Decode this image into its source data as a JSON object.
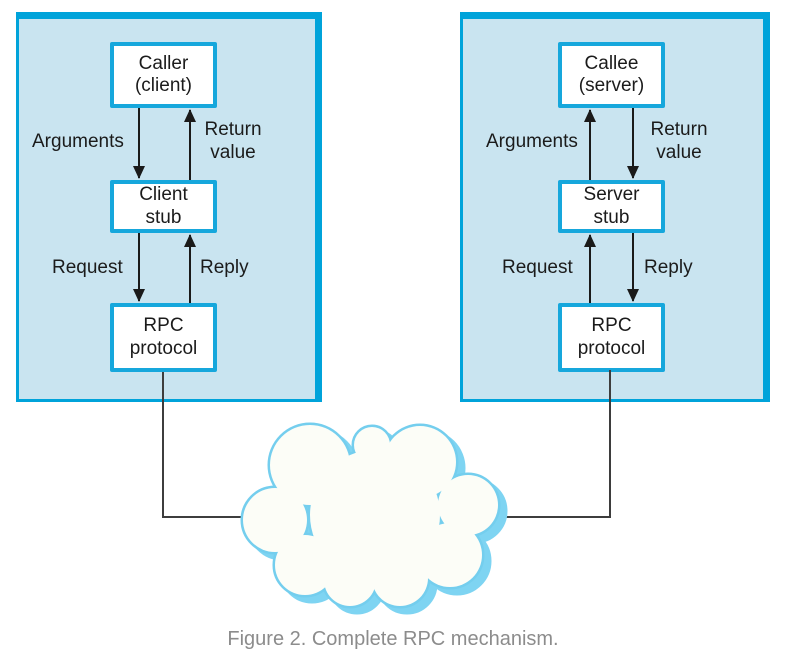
{
  "caption": "Figure 2. Complete RPC mechanism.",
  "client_side": {
    "caller_box": "Caller\n(client)",
    "stub_box": "Client\nstub",
    "protocol_box": "RPC\nprotocol",
    "labels": {
      "arguments": "Arguments",
      "return_value": "Return\nvalue",
      "request": "Request",
      "reply": "Reply"
    }
  },
  "server_side": {
    "callee_box": "Callee\n(server)",
    "stub_box": "Server\nstub",
    "protocol_box": "RPC\nprotocol",
    "labels": {
      "arguments": "Arguments",
      "return_value": "Return\nvalue",
      "request": "Request",
      "reply": "Reply"
    }
  },
  "network": {
    "icon": "cloud"
  },
  "colors": {
    "panel_fill": "#C9E4F0",
    "panel_border": "#00A3DA",
    "box_fill": "#FFFFFF",
    "box_border": "#16A7DC",
    "text_color": "#1B1B1B",
    "arrow_color": "#1A1A1A",
    "line_color": "#3D3D3D",
    "cloud_fill": "#FCFDF7",
    "cloud_stroke": "#74CEEE",
    "cloud_shadow": "#7ED4F2",
    "caption_color": "#8C8C8C"
  }
}
